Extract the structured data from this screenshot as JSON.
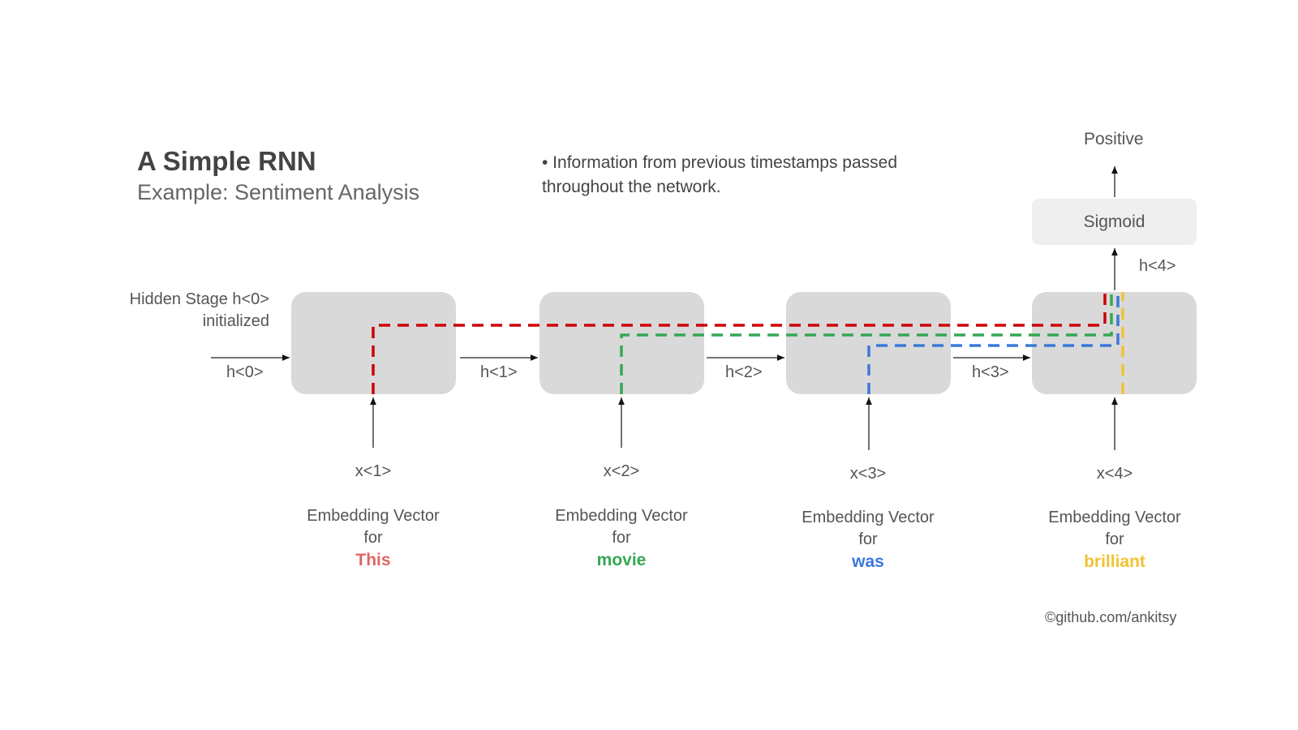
{
  "title": "A Simple RNN",
  "subtitle": "Example: Sentiment Analysis",
  "note": "• Information from previous timestamps passed throughout the network.",
  "hidden_init": {
    "line1": "Hidden Stage h<0>",
    "line2": "initialized"
  },
  "output": {
    "sigmoid": "Sigmoid",
    "result": "Positive",
    "h4": "h<4>"
  },
  "hidden_labels": [
    "h<0>",
    "h<1>",
    "h<2>",
    "h<3>"
  ],
  "inputs": [
    {
      "x": "x<1>",
      "emb": "Embedding Vector",
      "for": "for",
      "word": "This",
      "color": "#e06666"
    },
    {
      "x": "x<2>",
      "emb": "Embedding Vector",
      "for": "for",
      "word": "movie",
      "color": "#34a853"
    },
    {
      "x": "x<3>",
      "emb": "Embedding Vector",
      "for": "for",
      "word": "was",
      "color": "#3c78d8"
    },
    {
      "x": "x<4>",
      "emb": "Embedding Vector",
      "for": "for",
      "word": "brilliant",
      "color": "#f1c232"
    }
  ],
  "path_colors": {
    "red": "#cc0000",
    "green": "#34a853",
    "blue": "#3c78d8",
    "yellow": "#f1c232"
  },
  "credit": "©github.com/ankitsy"
}
